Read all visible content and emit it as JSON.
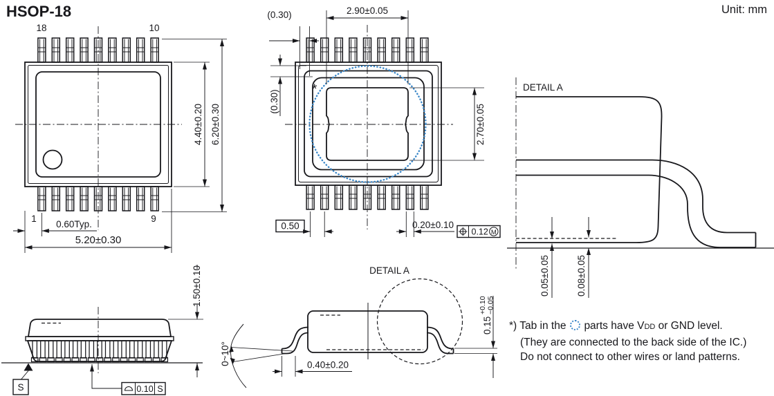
{
  "header": {
    "title": "HSOP-18",
    "unit": "Unit: mm"
  },
  "colors": {
    "line": "#17171b",
    "blue": "#3a87c8"
  },
  "top_view": {
    "pin18": "18",
    "pin10": "10",
    "pin1": "1",
    "pin9": "9",
    "dim_body_height": "4.40±0.20",
    "dim_overall_height": "6.20±0.30",
    "dim_end_pitch": "0.60Typ.",
    "dim_body_width": "5.20±0.30"
  },
  "pad_view": {
    "asterisk": "*",
    "dim_pad_width": "2.90±0.05",
    "dim_pad_height": "2.70±0.05",
    "dim_ref_horizontal": "(0.30)",
    "dim_ref_vertical": "(0.30)",
    "dim_lead_pitch": "0.50",
    "dim_lead_width": "0.20±0.10",
    "fcf_value": "0.12",
    "fcf_modifier": "M"
  },
  "detail_a_view": {
    "label": "DETAIL A",
    "dim_standoff": "0.05±0.05",
    "dim_gap": "0.08±0.05"
  },
  "front_view": {
    "dim_height": "1.50±0.10",
    "datum_label": "S",
    "fcf_value": "0.10",
    "fcf_datum": "S"
  },
  "side_view": {
    "detail_label": "DETAIL A",
    "dim_foot_length": "0.40±0.20",
    "dim_angle": "0~10°",
    "dim_lead_thickness": "0.15",
    "tol_plus": "+0.10",
    "tol_minus": "−0.05"
  },
  "note": {
    "prefix": "*) Tab in the",
    "mid": "parts have V",
    "vdd_small": "DD",
    "after_vdd": " or GND level.",
    "line2": "(They are connected to the back side of the IC.)",
    "line3": "Do not connect to other wires or land patterns."
  }
}
